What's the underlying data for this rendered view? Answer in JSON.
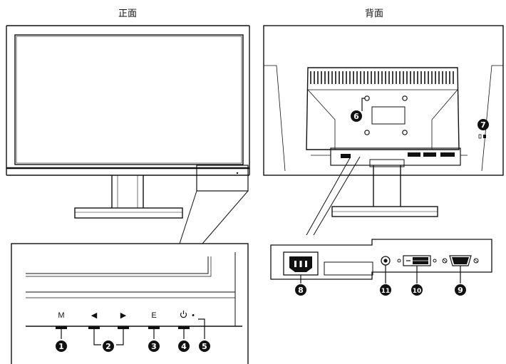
{
  "headings": {
    "front": "正面",
    "back": "背面"
  },
  "buttons": {
    "m": "M",
    "left": "◀",
    "right": "▶",
    "e": "E",
    "power": "⏻",
    "led": "•"
  },
  "callouts": {
    "n1": "1",
    "n2": "2",
    "n3": "3",
    "n4": "4",
    "n5": "5",
    "n6": "6",
    "n7": "7",
    "n8": "8",
    "n9": "9",
    "n10": "10",
    "n11": "11"
  },
  "icons": {
    "power": "power-icon",
    "lock": "kensington-lock-icon",
    "ac": "ac-inlet-icon",
    "dvi": "dvi-port-icon",
    "vga": "vga-port-icon",
    "audio": "audio-jack-icon"
  },
  "colors": {
    "line": "#111111",
    "callout": "#111111",
    "panel": "#ffffff"
  }
}
